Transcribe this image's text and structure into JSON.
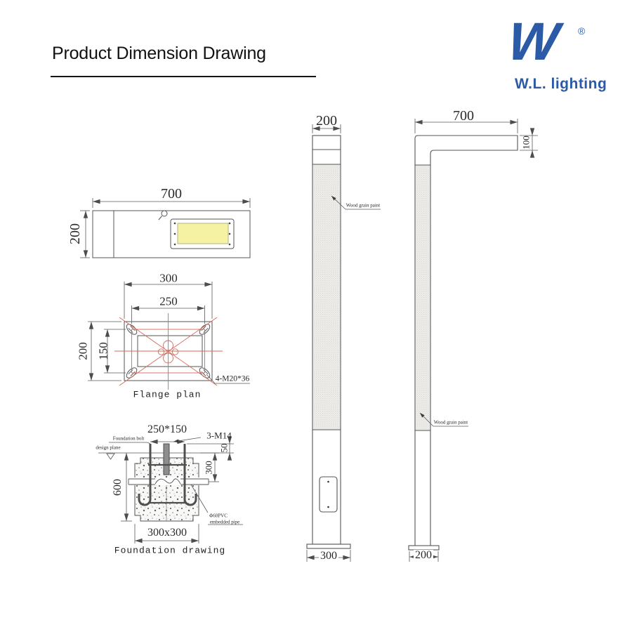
{
  "header": {
    "title": "Product Dimension Drawing"
  },
  "logo": {
    "mark": "W",
    "registered": "®",
    "brand": "W.L. lighting",
    "color": "#2b5aa7"
  },
  "lamp_head": {
    "width": "700",
    "depth": "200"
  },
  "flange": {
    "outer_width": "300",
    "bolt_width": "250",
    "outer_height": "200",
    "bolt_height": "150",
    "bolt_note": "4-M20*36",
    "caption": "Flange plan"
  },
  "foundation": {
    "bolt_spacing": "250*150",
    "anchor_note": "3-M14",
    "protrusion": "50",
    "pipe_depth": "300",
    "depth": "600",
    "base_size": "300x300",
    "bolt_label": "Foundation bolt",
    "plane_label": "design plane",
    "pipe_label_line1": "Φ60PVC",
    "pipe_label_line2": "embedded pipe",
    "caption": "Foundation drawing"
  },
  "front_view": {
    "top_width": "200",
    "base_width": "300",
    "paint_label": "Wood grain paint"
  },
  "side_view": {
    "arm_length": "700",
    "arm_height": "100",
    "base_width": "200",
    "paint_label": "Wood grain paint"
  }
}
